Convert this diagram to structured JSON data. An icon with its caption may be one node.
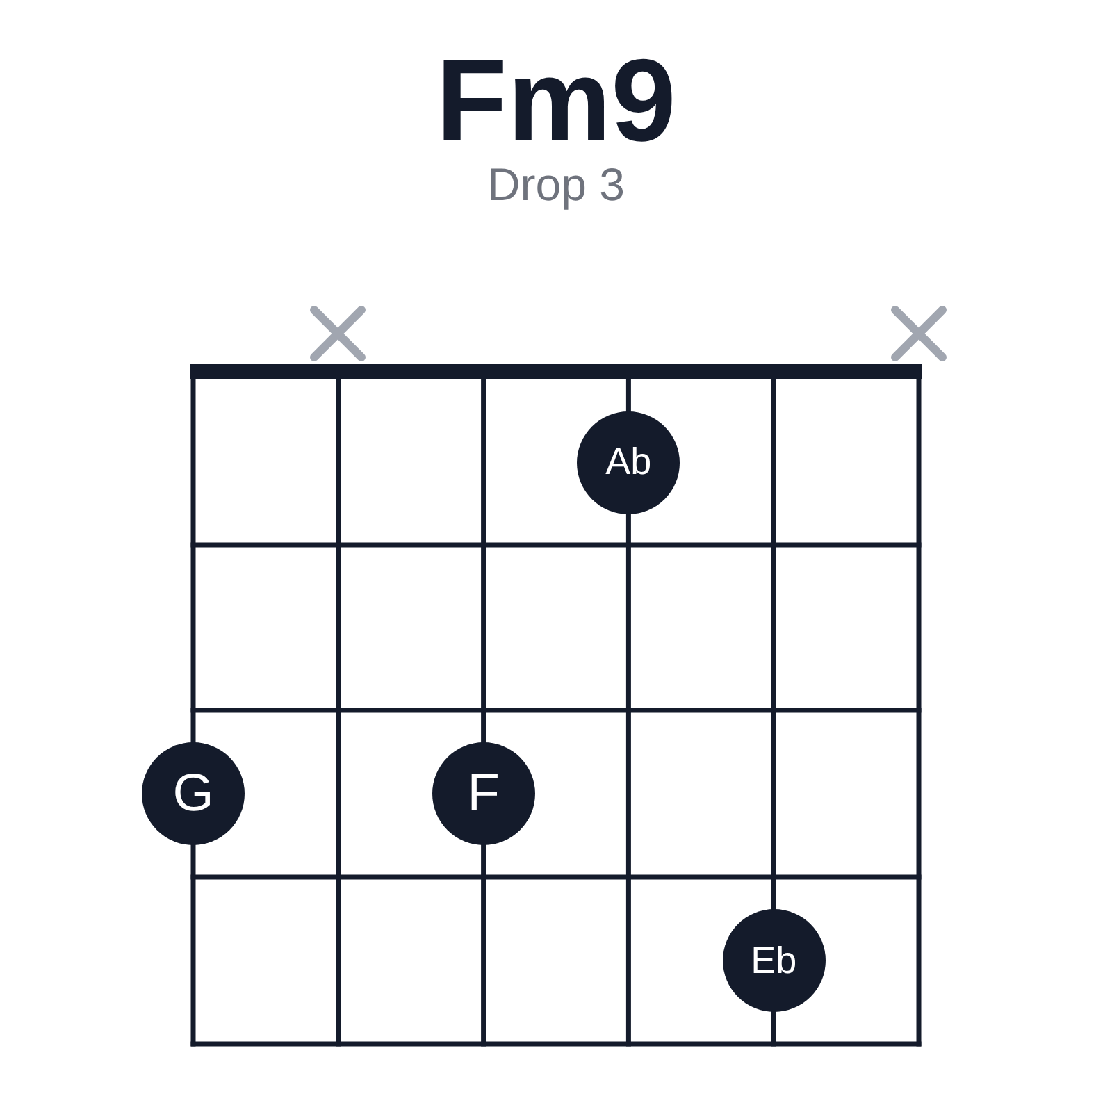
{
  "diagram": {
    "title": "Fm9",
    "nodes": [
      {
        "text": [
          "Ab"
        ]
      },
      {
        "text": [
          "G"
        ]
      },
      {
        "text": [
          "F"
        ]
      },
      {
        "text": [
          "Eb"
        ]
      }
    ],
    "labels": [
      "Drop 3"
    ]
  }
}
